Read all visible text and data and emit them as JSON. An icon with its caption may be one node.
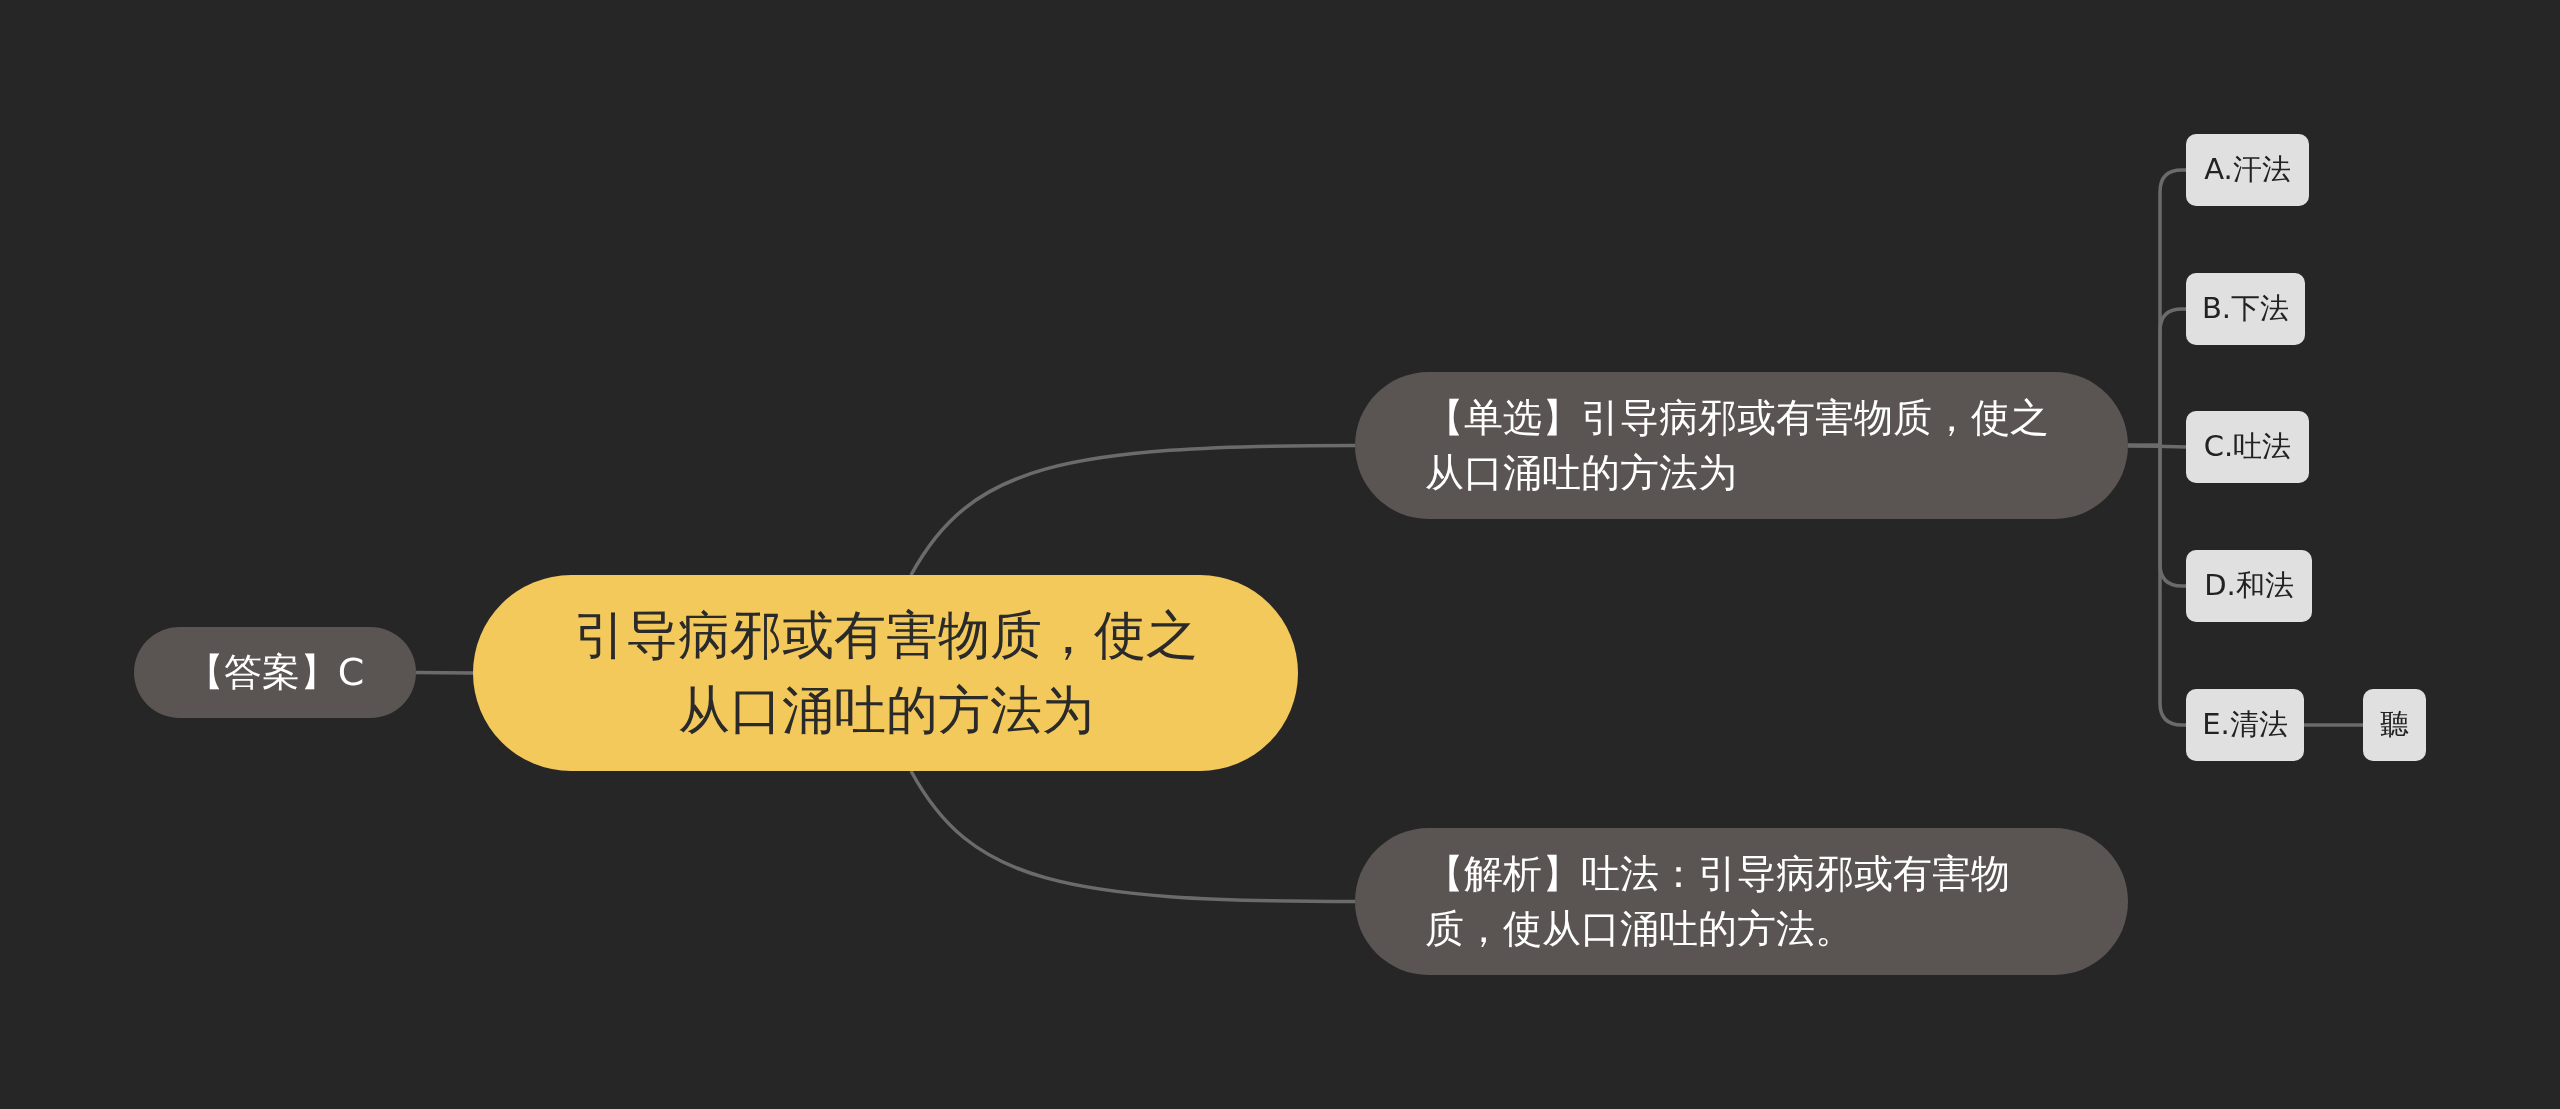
{
  "diagram": {
    "nodes": [
      {
        "text": [
          "引导病邪或有害物质，使之从口涌吐的方法为"
        ]
      },
      {
        "text": [
          "【答案】C"
        ]
      },
      {
        "text": [
          "【单选】引导病邪或有害物质，使之从口涌吐的方法为"
        ]
      },
      {
        "text": [
          "【解析】吐法：引导病邪或有害物质，使从口涌吐的方法。"
        ]
      },
      {
        "text": [
          "A.汗法"
        ]
      },
      {
        "text": [
          "B.下法"
        ]
      },
      {
        "text": [
          "C.吐法"
        ]
      },
      {
        "text": [
          "D.和法"
        ]
      },
      {
        "text": [
          "E.清法"
        ]
      },
      {
        "text": [
          "聽"
        ]
      }
    ],
    "edges": [
      {
        "from": 0,
        "to": 1,
        "arrow": "none"
      },
      {
        "from": 0,
        "to": 2,
        "arrow": "none"
      },
      {
        "from": 0,
        "to": 3,
        "arrow": "none"
      },
      {
        "from": 2,
        "to": 4,
        "arrow": "none"
      },
      {
        "from": 2,
        "to": 5,
        "arrow": "none"
      },
      {
        "from": 2,
        "to": 6,
        "arrow": "none"
      },
      {
        "from": 2,
        "to": 7,
        "arrow": "none"
      },
      {
        "from": 2,
        "to": 8,
        "arrow": "none"
      },
      {
        "from": 8,
        "to": 9,
        "arrow": "none"
      }
    ]
  }
}
